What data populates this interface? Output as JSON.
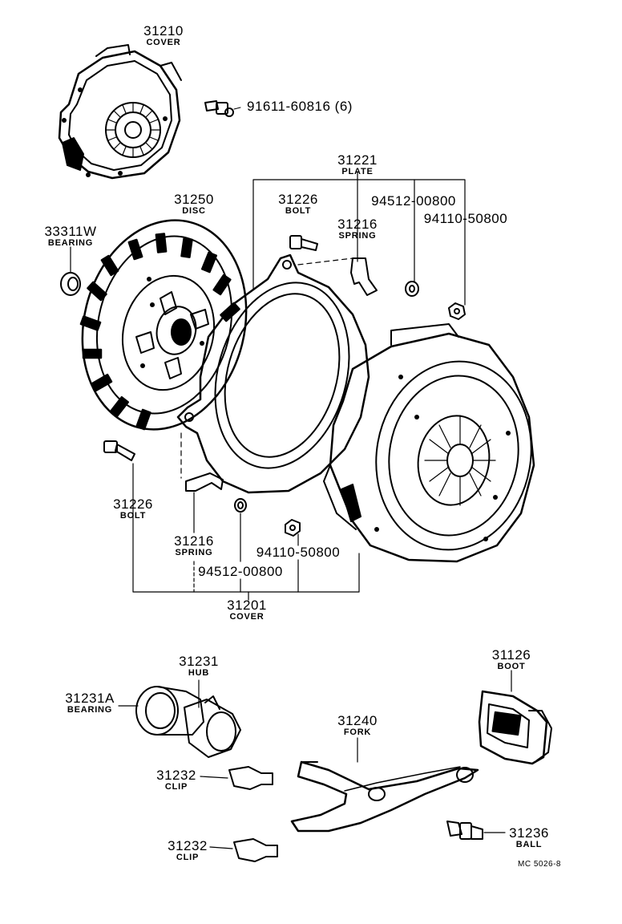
{
  "parts": {
    "cover_top": {
      "num": "31210",
      "name": "COVER"
    },
    "bolt_set": {
      "num": "91611-60816 (6)"
    },
    "plate": {
      "num": "31221",
      "name": "PLATE"
    },
    "disc": {
      "num": "31250",
      "name": "DISC"
    },
    "bolt_upper": {
      "num": "31226",
      "name": "BOLT"
    },
    "washer_upper": {
      "num": "94512-00800"
    },
    "nut_upper": {
      "num": "94110-50800"
    },
    "spring_upper": {
      "num": "31216",
      "name": "SPRING"
    },
    "pilot_bearing": {
      "num": "33311W",
      "name": "BEARING"
    },
    "bolt_lower": {
      "num": "31226",
      "name": "BOLT"
    },
    "spring_lower": {
      "num": "31216",
      "name": "SPRING"
    },
    "nut_lower": {
      "num": "94110-50800"
    },
    "washer_lower": {
      "num": "94512-00800"
    },
    "cover_assy": {
      "num": "31201",
      "name": "COVER"
    },
    "hub": {
      "num": "31231",
      "name": "HUB"
    },
    "release_bearing": {
      "num": "31231A",
      "name": "BEARING"
    },
    "clip_upper": {
      "num": "31232",
      "name": "CLIP"
    },
    "clip_lower": {
      "num": "31232",
      "name": "CLIP"
    },
    "fork": {
      "num": "31240",
      "name": "FORK"
    },
    "boot": {
      "num": "31126",
      "name": "BOOT"
    },
    "ball": {
      "num": "31236",
      "name": "BALL"
    }
  },
  "figure_code": "MC 5026-8"
}
